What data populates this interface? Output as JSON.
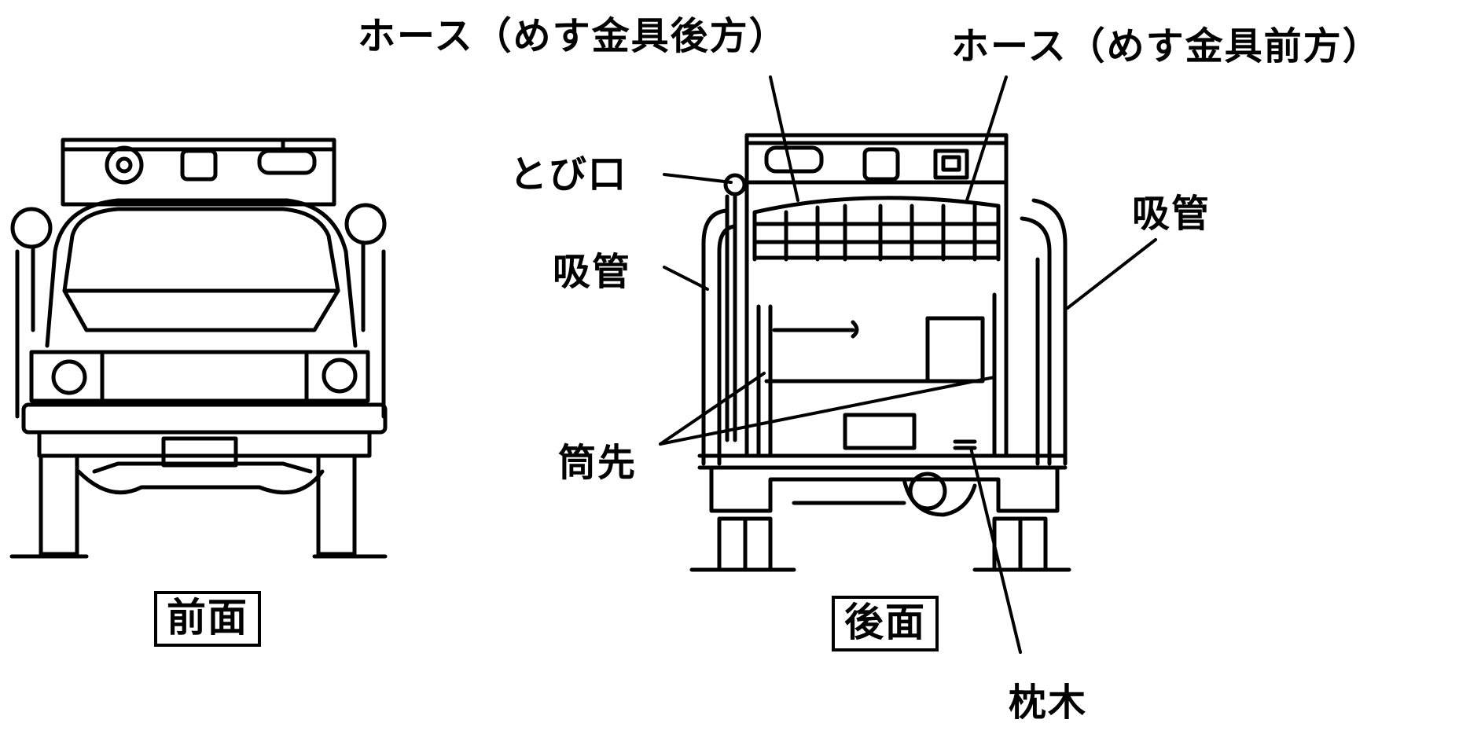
{
  "labels": {
    "hose_rear": "ホース（めす金具後方）",
    "hose_front": "ホース（めす金具前方）",
    "tobiguchi": "とび口",
    "suction_left": "吸管",
    "suction_right": "吸管",
    "nozzle": "筒先",
    "makuragi": "枕木"
  },
  "captions": {
    "front": "前面",
    "rear": "後面"
  }
}
